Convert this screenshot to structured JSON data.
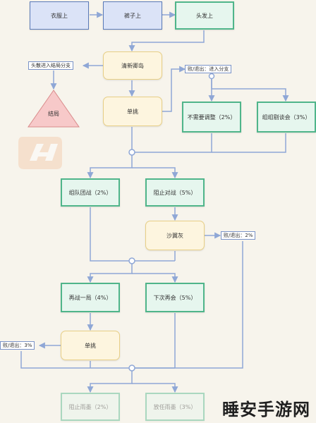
{
  "nodes": {
    "clothes_up": "衣服上",
    "pants_up": "裤子上",
    "hair_up": "头发上",
    "clear_stage": "清新卿岛",
    "solo_1": "单挑",
    "no_adjust": "不需要调整（2%）",
    "group_exit": "组组剔谈会（3%）",
    "group_battle": "组队团战（2%）",
    "stop_fight": "阻止对战（5%）",
    "sand_beauty": "沙翼灰",
    "fight_again": "再战一局（4%）",
    "next_meet": "下次再会（5%）",
    "solo_2": "单挑",
    "stop_rain": "阻止雨墨（2%）",
    "let_rain": "放任雨墨（3%）",
    "ending": "结局"
  },
  "tags": {
    "head_branch": "头散进入结局分支",
    "defeat_branch": "败/退出：进入分支",
    "defeat_2": "败/退出：2%",
    "defeat_3": "败/退出：3%"
  },
  "brand": "睡安手游网",
  "colors": {
    "line": "#8fa7d6",
    "blue_fill": "#dbe3f7",
    "green_fill": "#e6f6ee",
    "yellow_fill": "#fdf5df",
    "ending_fill": "#f7c9c9"
  }
}
